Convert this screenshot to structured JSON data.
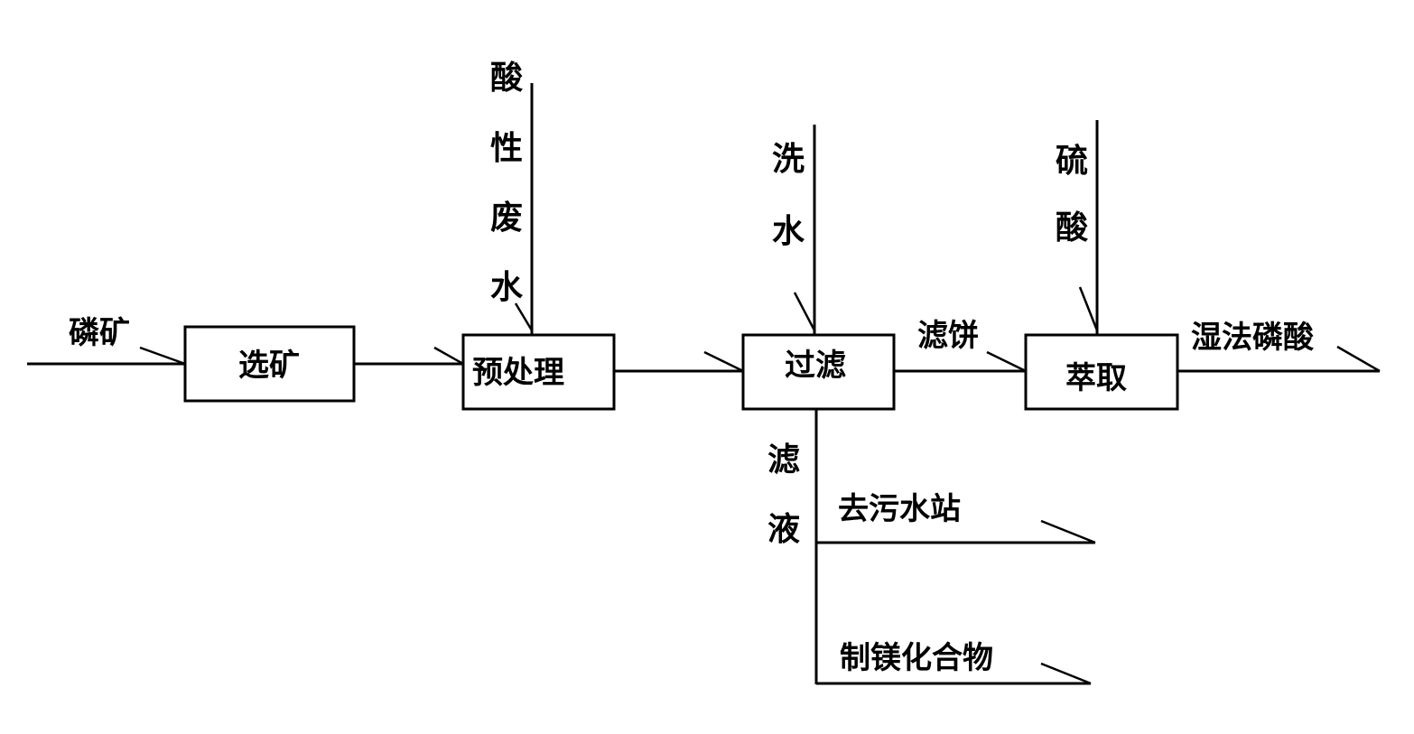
{
  "diagram": {
    "boxes": {
      "beneficiation": "选矿",
      "pretreatment": "预处理",
      "filtration": "过滤",
      "extraction": "萃取"
    },
    "streams": {
      "phosphate_rock": "磷矿",
      "acid_wastewater": [
        "酸",
        "性",
        "废",
        "水"
      ],
      "wash_water": [
        "洗",
        "水"
      ],
      "sulfuric_acid": [
        "硫",
        "酸"
      ],
      "filter_cake": "滤饼",
      "wet_phosphoric_acid": "湿法磷酸",
      "filtrate": [
        "滤",
        "液"
      ],
      "to_wastewater_station": "去污水站",
      "make_magnesium_compound": "制镁化合物"
    }
  }
}
